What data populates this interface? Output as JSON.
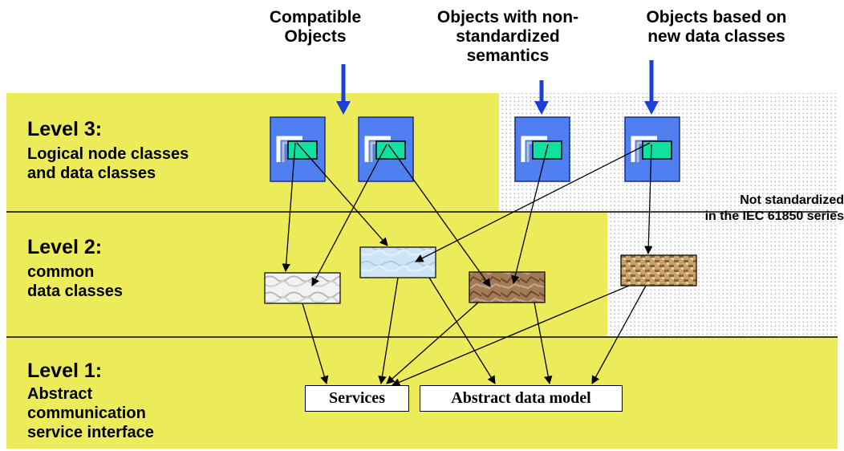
{
  "headers": {
    "compatible": "Compatible\nObjects",
    "non_standardized": "Objects with non-\nstandardized\nsemantics",
    "new_classes": "Objects based on\nnew data classes"
  },
  "levels": [
    {
      "title": "Level 3:",
      "subtitle": "Logical node classes\nand data classes"
    },
    {
      "title": "Level 2:",
      "subtitle": "common\ndata classes"
    },
    {
      "title": "Level 1:",
      "subtitle": "Abstract\ncommunication\nservice interface"
    }
  ],
  "note": "Not standardized\nin the IEC 61850 series",
  "boxes": {
    "services": "Services",
    "abstract_data_model": "Abstract data model"
  },
  "colors": {
    "band": "#ecec5a",
    "dotted_bg": "#e4e4e4",
    "node_blue": "#4f7ff0",
    "node_green": "#12e0a0",
    "arrow_blue": "#1a3fd6"
  }
}
